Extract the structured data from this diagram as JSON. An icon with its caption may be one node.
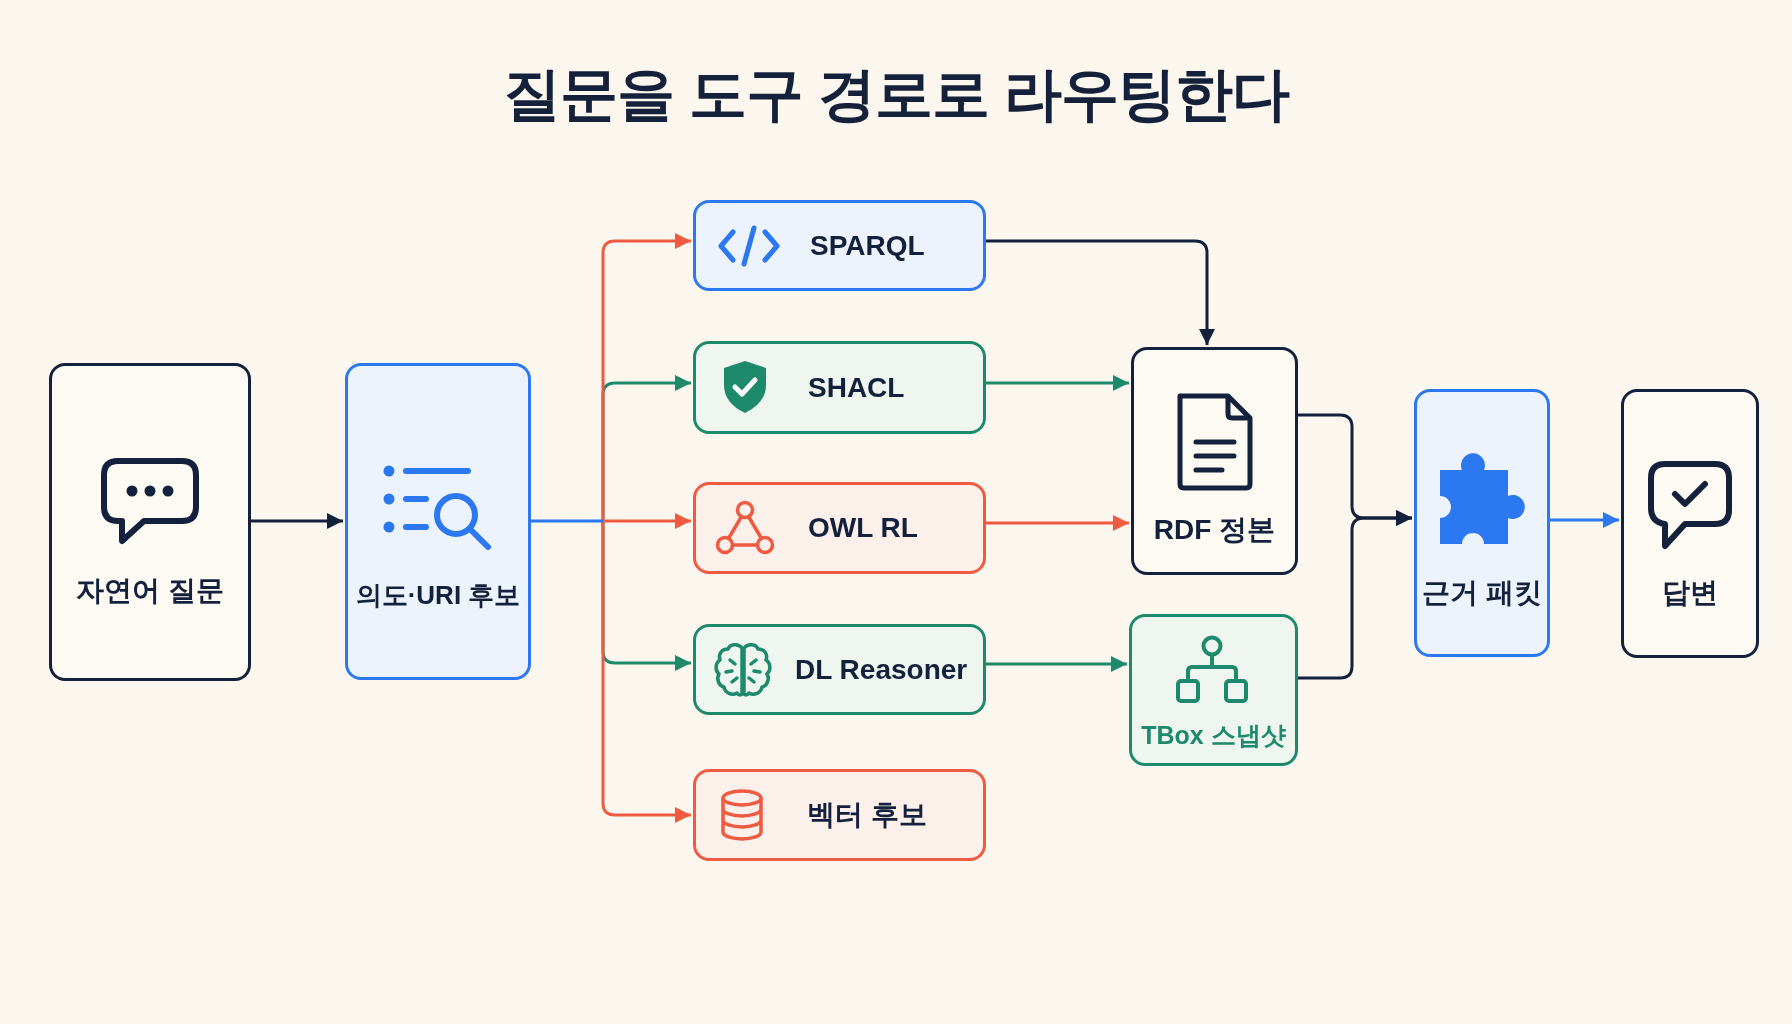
{
  "diagram": {
    "title": "질문을 도구 경로로 라우팅한다",
    "nodes": [
      {
        "text": [
          "자연어 질문"
        ]
      },
      {
        "text": [
          "의도·URI 후보"
        ]
      },
      {
        "text": [
          "SPARQL"
        ]
      },
      {
        "text": [
          "SHACL"
        ]
      },
      {
        "text": [
          "OWL RL"
        ]
      },
      {
        "text": [
          "DL Reasoner"
        ]
      },
      {
        "text": [
          "벡터 후보"
        ]
      },
      {
        "text": [
          "RDF 정본"
        ]
      },
      {
        "text": [
          "TBox 스냅샷"
        ]
      },
      {
        "text": [
          "근거 패킷"
        ]
      },
      {
        "text": [
          "답변"
        ]
      }
    ],
    "edges": [
      {
        "from": 0,
        "to": 1,
        "arrow": "to"
      },
      {
        "from": 1,
        "to": 2,
        "arrow": "to",
        "color": "#ef5a42"
      },
      {
        "from": 1,
        "to": 3,
        "arrow": "to",
        "color": "#1e8a6c"
      },
      {
        "from": 1,
        "to": 4,
        "arrow": "to",
        "color": "#ef5a42"
      },
      {
        "from": 1,
        "to": 5,
        "arrow": "to",
        "color": "#1e8a6c"
      },
      {
        "from": 1,
        "to": 6,
        "arrow": "to",
        "color": "#ef5a42"
      },
      {
        "from": 2,
        "to": 7,
        "arrow": "to"
      },
      {
        "from": 3,
        "to": 7,
        "arrow": "to",
        "color": "#1e8a6c"
      },
      {
        "from": 4,
        "to": 7,
        "arrow": "to",
        "color": "#ef5a42"
      },
      {
        "from": 5,
        "to": 8,
        "arrow": "to",
        "color": "#1e8a6c"
      },
      {
        "from": 7,
        "to": 9,
        "arrow": "to"
      },
      {
        "from": 8,
        "to": 9,
        "arrow": "to"
      },
      {
        "from": 9,
        "to": 10,
        "arrow": "to",
        "color": "#2b78f0"
      }
    ]
  }
}
